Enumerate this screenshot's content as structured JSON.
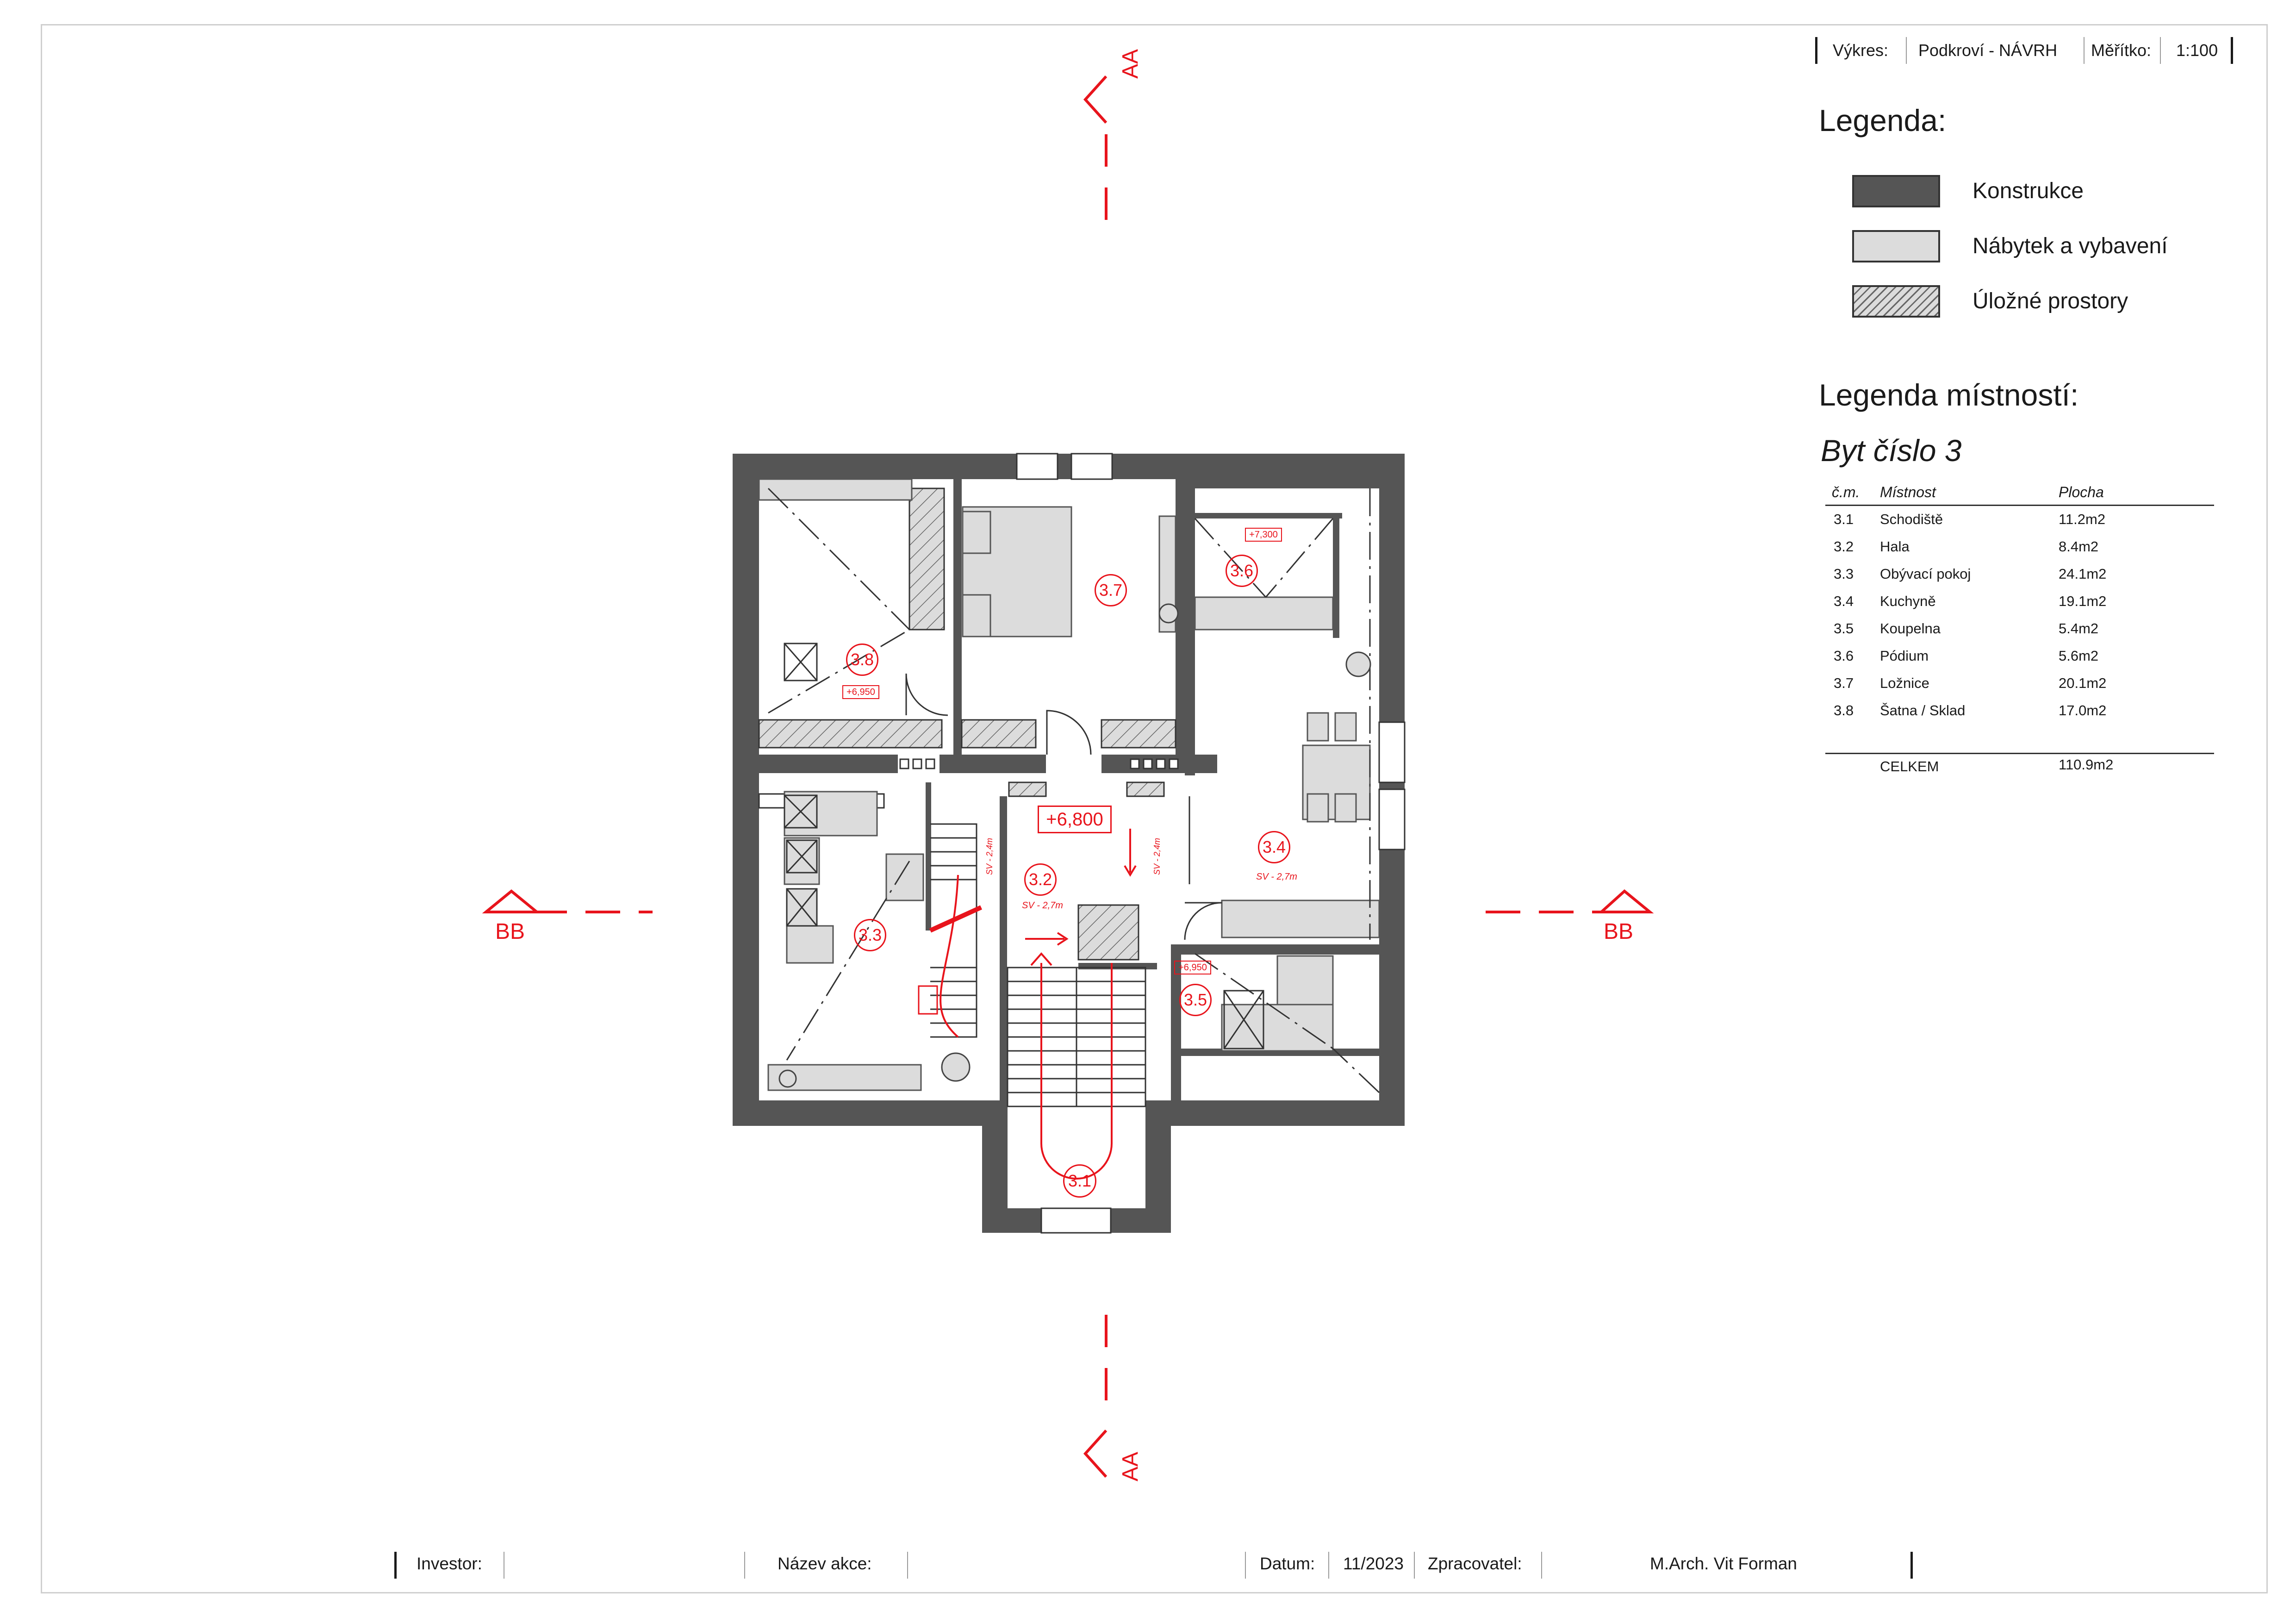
{
  "header": {
    "drawing_label": "Výkres:",
    "drawing_value": "Podkroví - NÁVRH",
    "scale_label": "Měřítko:",
    "scale_value": "1:100"
  },
  "legend": {
    "title": "Legenda:",
    "items": [
      {
        "label": "Konstrukce",
        "color": "#555555"
      },
      {
        "label": "Nábytek a vybavení",
        "color": "#dcdcdc"
      },
      {
        "label": "Úložné prostory",
        "color": "hatched"
      }
    ]
  },
  "room_legend": {
    "title": "Legenda místností:",
    "flat": "Byt číslo 3",
    "columns": [
      "č.m.",
      "Místnost",
      "Plocha"
    ],
    "rows": [
      {
        "num": "3.1",
        "name": "Schodiště",
        "area": "11.2m2"
      },
      {
        "num": "3.2",
        "name": "Hala",
        "area": "8.4m2"
      },
      {
        "num": "3.3",
        "name": "Obývací pokoj",
        "area": "24.1m2"
      },
      {
        "num": "3.4",
        "name": "Kuchyně",
        "area": "19.1m2"
      },
      {
        "num": "3.5",
        "name": "Koupelna",
        "area": "5.4m2"
      },
      {
        "num": "3.6",
        "name": "Pódium",
        "area": "5.6m2"
      },
      {
        "num": "3.7",
        "name": "Ložnice",
        "area": "20.1m2"
      },
      {
        "num": "3.8",
        "name": "Šatna / Sklad",
        "area": "17.0m2"
      }
    ],
    "total_label": "CELKEM",
    "total_value": "110.9m2"
  },
  "plan": {
    "section_aa": "AA",
    "section_bb": "BB",
    "level_main": "+6,800",
    "level_36": "+7,300",
    "level_38": "+6,950",
    "level_35": "+6,950",
    "sv_24": "SV - 2,4m",
    "sv_27": "SV - 2,7m",
    "room_numbers": [
      "3.1",
      "3.2",
      "3.3",
      "3.4",
      "3.5",
      "3.6",
      "3.7",
      "3.8"
    ],
    "accent": "#e8141c",
    "wall": "#555555",
    "furniture": "#dcdcdc"
  },
  "footer": {
    "investor_label": "Investor:",
    "investor_value": "",
    "action_label": "Název akce:",
    "action_value": "",
    "date_label": "Datum:",
    "date_value": "11/2023",
    "author_label": "Zpracovatel:",
    "author_value": "M.Arch. Vit Forman"
  }
}
